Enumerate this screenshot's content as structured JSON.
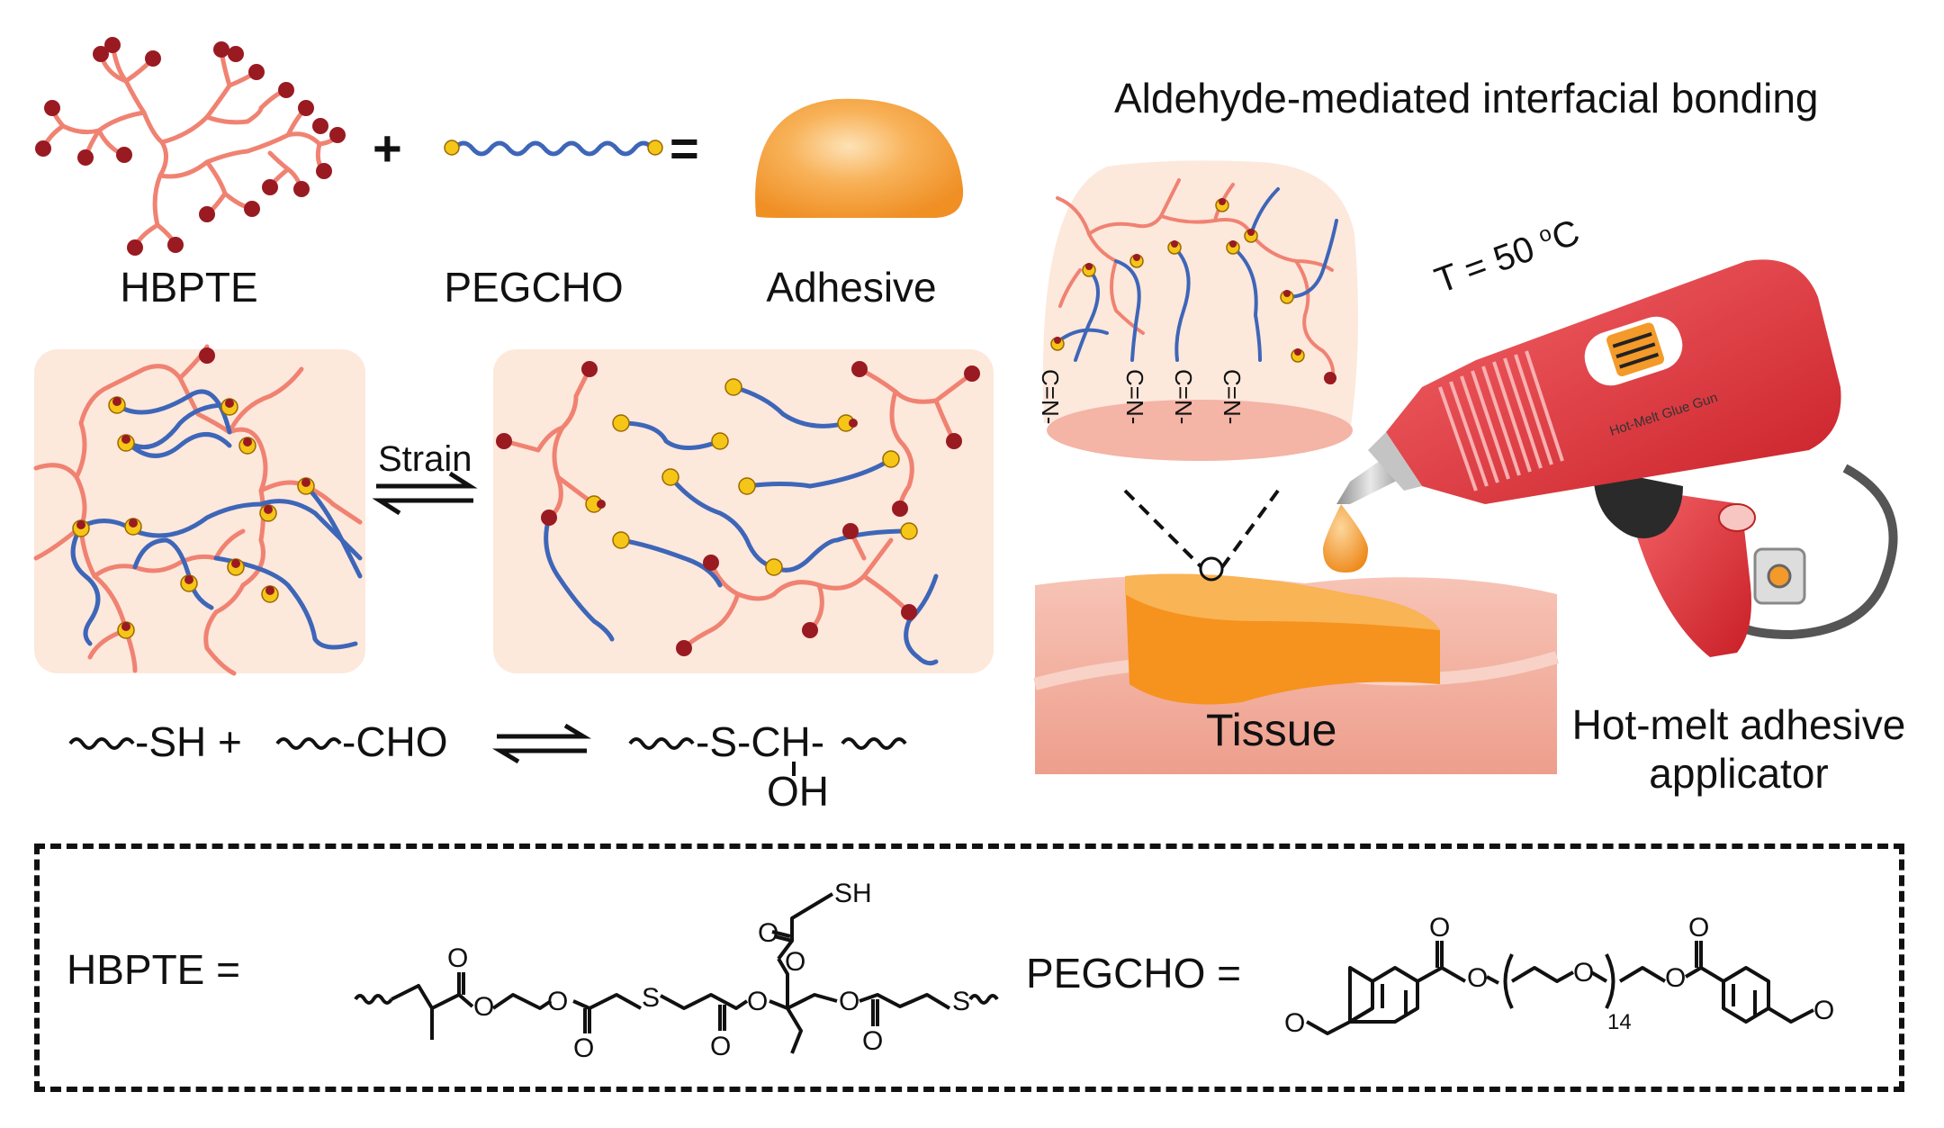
{
  "top_labels": {
    "hbpte": "HBPTE",
    "pegcho": "PEGCHO",
    "adhesive": "Adhesive",
    "plus": "+",
    "equals": "="
  },
  "strain_label": "Strain",
  "reaction": {
    "left_a": "-SH +",
    "left_b": "-CHO",
    "right_main": "-S-CH-",
    "right_oh": "OH"
  },
  "right_panel": {
    "title": "Aldehyde-mediated interfacial bonding",
    "imine_bond": "C=N-",
    "tissue": "Tissue",
    "temperature_main": "T = 50 ",
    "temperature_unit_sup": "o",
    "temperature_unit": "C",
    "gun_brand": "Hot-Melt Glue Gun",
    "applicator_line1": "Hot-melt adhesive",
    "applicator_line2": "applicator"
  },
  "structures": {
    "hbpte_eq": "HBPTE =",
    "pegcho_eq": "PEGCHO =",
    "atom_O": "O",
    "atom_S": "S",
    "atom_SH": "SH",
    "subscript_14": "14"
  },
  "colors": {
    "polymer_red": "#f08272",
    "peg_blue": "#3e66b8",
    "end_dark_red": "#9a1a22",
    "aldehyde_yellow": "#f5c518",
    "adhesive_orange": "#f6a23c",
    "gel_bg": "#fde8dc",
    "gun_red": "#e8383a",
    "tissue_pink": "#f4b4a6"
  }
}
